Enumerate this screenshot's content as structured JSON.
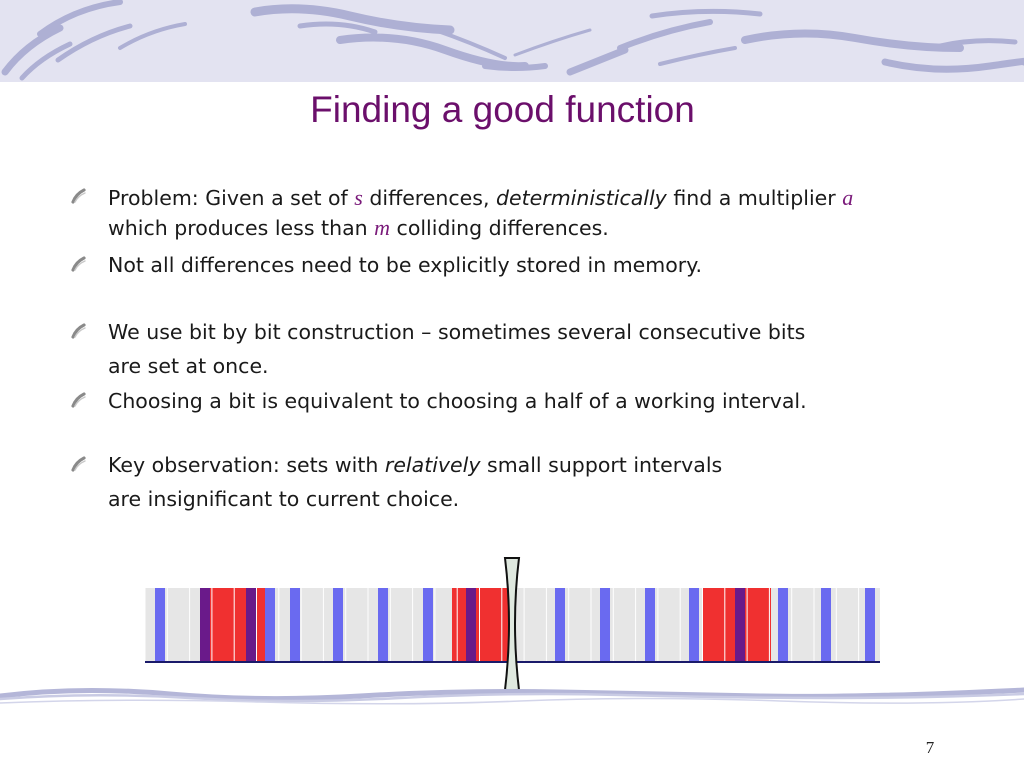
{
  "slide": {
    "title": "Finding a good function",
    "page_number": "7",
    "bullets": [
      {
        "line1": {
          "t1": "Problem: Given a set of ",
          "v1": "s",
          "t2": " differences, ",
          "em1": "deterministically",
          "t3": " find a multiplier ",
          "v2": "a"
        },
        "line2": {
          "t1": "which produces less than ",
          "v1": "m",
          "t2": " colliding differences."
        }
      },
      {
        "line1": {
          "t1": "Not all differences need to be explicitly stored in memory."
        }
      },
      {
        "line1": {
          "t1": "We use bit by bit construction – sometimes several consecutive bits"
        },
        "line2": {
          "t1": "are set at once."
        }
      },
      {
        "line1": {
          "t1": "Choosing a bit is equivalent to choosing a half of a working interval."
        }
      },
      {
        "line1": {
          "t1": "Key observation: sets with ",
          "em1": "relatively",
          "t2": " small support intervals"
        },
        "line2": {
          "t1": "are insignificant to current choice."
        }
      }
    ]
  },
  "colors": {
    "title": "#6b0f6b",
    "variable": "#7a1a7a",
    "cell_fill": "#e6e6e6",
    "stripe_blue": "#6a6af0",
    "stripe_purple": "#6a1a8a",
    "highlight_red": "#f03030",
    "pivot_fill": "#dfe8df",
    "decor_wave": "#aeb0d4",
    "banner_bg": "#e3e3f1"
  },
  "icons": {
    "bullet": "curved-stroke-bullet-icon",
    "banner": "wavy-brush-strokes-banner",
    "footer": "wavy-line-divider"
  }
}
